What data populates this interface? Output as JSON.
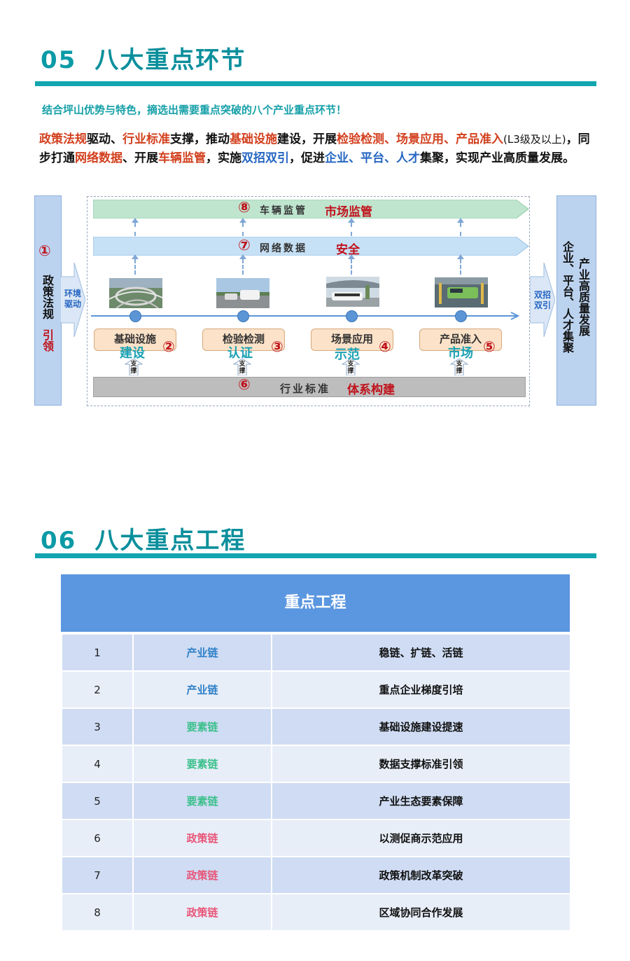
{
  "section05": {
    "number": "05",
    "title": "八大重点环节",
    "subtitle": "结合坪山优势与特色，摘选出需要重点突破的八个产业重点环节！",
    "paragraph": [
      {
        "t": "政策法规",
        "s": "r"
      },
      {
        "t": "驱动、",
        "s": ""
      },
      {
        "t": "行业标准",
        "s": "r"
      },
      {
        "t": "支撑，推动",
        "s": ""
      },
      {
        "t": "基础设施",
        "s": "r"
      },
      {
        "t": "建设，开展",
        "s": ""
      },
      {
        "t": "检验检测、场景应用、产品准入",
        "s": "r"
      },
      {
        "t": "(L3级及以上)",
        "s": "sm"
      },
      {
        "t": "，同步打通",
        "s": ""
      },
      {
        "t": "网络数据",
        "s": "r"
      },
      {
        "t": "、开展",
        "s": ""
      },
      {
        "t": "车辆监管",
        "s": "r"
      },
      {
        "t": "，实施",
        "s": ""
      },
      {
        "t": "双招双引",
        "s": "b"
      },
      {
        "t": "，促进",
        "s": ""
      },
      {
        "t": "企业、平台、人才",
        "s": "b"
      },
      {
        "t": "集聚，实现产业高质量发展。",
        "s": ""
      }
    ]
  },
  "diagram": {
    "left_panel": {
      "circle": "①",
      "text": "政策法规",
      "red_text": "引领"
    },
    "left_arrow": "环境驱动",
    "right_arrow": "双招双引",
    "right_panel": {
      "col1": "产业高质量发展",
      "col2": "企业、平台、人才集聚"
    },
    "band8": {
      "circle": "⑧",
      "label": "车辆监管",
      "red": "市场监管"
    },
    "band7": {
      "circle": "⑦",
      "label": "网络数据",
      "red": "安全"
    },
    "band6": {
      "circle": "⑥",
      "label": "行业标准",
      "red": "体系构建"
    },
    "nodes": [
      {
        "box": "基础设施",
        "sub": "建设",
        "circle": "②",
        "photo": "aerial-interchange"
      },
      {
        "box": "检验检测",
        "sub": "认证",
        "circle": "③",
        "photo": "test-vehicle"
      },
      {
        "box": "场景应用",
        "sub": "示范",
        "circle": "④",
        "photo": "autonomous-bus"
      },
      {
        "box": "产品准入",
        "sub": "市场",
        "circle": "⑤",
        "photo": "factory-line"
      }
    ],
    "support_label": "支撑"
  },
  "section06": {
    "number": "06",
    "title": "八大重点工程",
    "table_header": "重点工程",
    "rows": [
      {
        "no": "1",
        "chain": "产业链",
        "color": "#2f80c8",
        "item": "稳链、扩链、活链"
      },
      {
        "no": "2",
        "chain": "产业链",
        "color": "#2f80c8",
        "item": "重点企业梯度引培"
      },
      {
        "no": "3",
        "chain": "要素链",
        "color": "#3cc08c",
        "item": "基础设施建设提速"
      },
      {
        "no": "4",
        "chain": "要素链",
        "color": "#3cc08c",
        "item": "数据支撑标准引领"
      },
      {
        "no": "5",
        "chain": "要素链",
        "color": "#3cc08c",
        "item": "产业生态要素保障"
      },
      {
        "no": "6",
        "chain": "政策链",
        "color": "#e8577a",
        "item": "以测促商示范应用"
      },
      {
        "no": "7",
        "chain": "政策链",
        "color": "#e8577a",
        "item": "政策机制改革突破"
      },
      {
        "no": "8",
        "chain": "政策链",
        "color": "#e8577a",
        "item": "区域协同合作发展"
      }
    ]
  },
  "colors": {
    "accent": "#11a6b0",
    "red": "#c0121b",
    "blue": "#2566c2",
    "table_head": "#5b96e0"
  }
}
